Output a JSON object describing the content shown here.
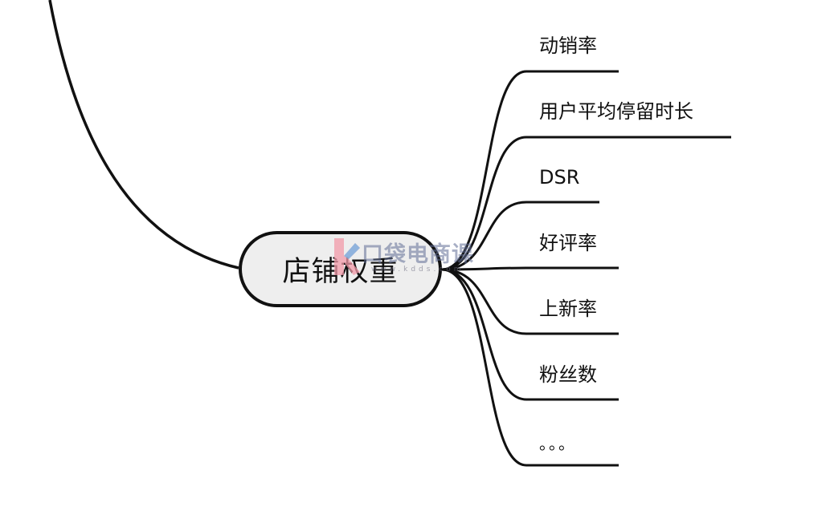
{
  "mindmap": {
    "central_topic": "店铺权重",
    "branches": [
      {
        "label": "动销率"
      },
      {
        "label": "用户平均停留时长"
      },
      {
        "label": "DSR"
      },
      {
        "label": "好评率"
      },
      {
        "label": "上新率"
      },
      {
        "label": "粉丝数"
      },
      {
        "label": "。。。"
      }
    ]
  },
  "watermark": {
    "brand": "口袋电商课",
    "url": "www.kdds.com"
  },
  "colors": {
    "line": "#111111",
    "node_fill": "#eeeeee",
    "background": "#ffffff",
    "watermark_pink": "#f29aa8",
    "watermark_blue": "#6fb4e8"
  }
}
